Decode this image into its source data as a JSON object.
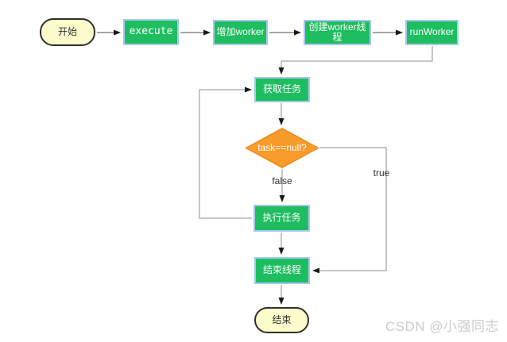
{
  "diagram": {
    "nodes": {
      "start": {
        "label": "开始",
        "type": "terminal"
      },
      "execute": {
        "label": "execute",
        "type": "process"
      },
      "add_worker": {
        "label": "增加worker",
        "type": "process"
      },
      "create_worker_thread": {
        "label": "创建worker线程",
        "type": "process"
      },
      "run_worker": {
        "label": "runWorker",
        "type": "process"
      },
      "get_task": {
        "label": "获取任务",
        "type": "process"
      },
      "task_null_decision": {
        "label": "task==null?",
        "type": "decision"
      },
      "execute_task": {
        "label": "执行任务",
        "type": "process"
      },
      "end_thread": {
        "label": "结束线程",
        "type": "process"
      },
      "end": {
        "label": "结束",
        "type": "terminal"
      }
    },
    "edge_labels": {
      "false_label": "false",
      "true_label": "true"
    },
    "colors": {
      "process_fill": "#1ebe60",
      "process_border": "#a6c8f0",
      "decision_fill": "#f89b2b",
      "decision_border": "#ee8a1c",
      "terminal_fill": "#fcfccc",
      "terminal_border": "#2f2f2f",
      "connector_line": "#8c8c8c",
      "arrowhead": "#1a1a1a",
      "process_text": "#ffffff"
    }
  },
  "watermark": {
    "text": "CSDN @小强同志"
  }
}
